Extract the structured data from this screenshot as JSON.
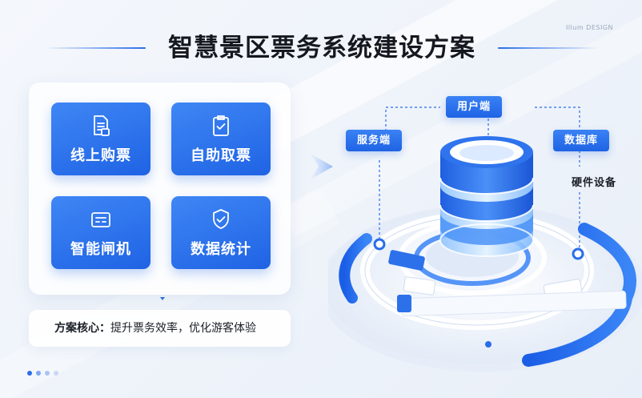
{
  "brand": "Illum DESIGN",
  "title": "智慧景区票务系统建设方案",
  "features": [
    {
      "label": "线上购票",
      "icon": "document-icon"
    },
    {
      "label": "自助取票",
      "icon": "clipboard-check-icon"
    },
    {
      "label": "智能闸机",
      "icon": "gate-terminal-icon"
    },
    {
      "label": "数据统计",
      "icon": "shield-check-icon"
    }
  ],
  "core": {
    "key": "方案核心：",
    "text": "提升票务效率，优化游客体验"
  },
  "diagram": {
    "user_end": "用户端",
    "service_end": "服务端",
    "database": "数据库",
    "hardware": "硬件设备"
  },
  "colors": {
    "accent": "#2a6de8",
    "accent_light": "#3f86f5",
    "title": "#15181f",
    "background": "#f1f5fb"
  },
  "pager": {
    "count": 4,
    "active": 0
  }
}
